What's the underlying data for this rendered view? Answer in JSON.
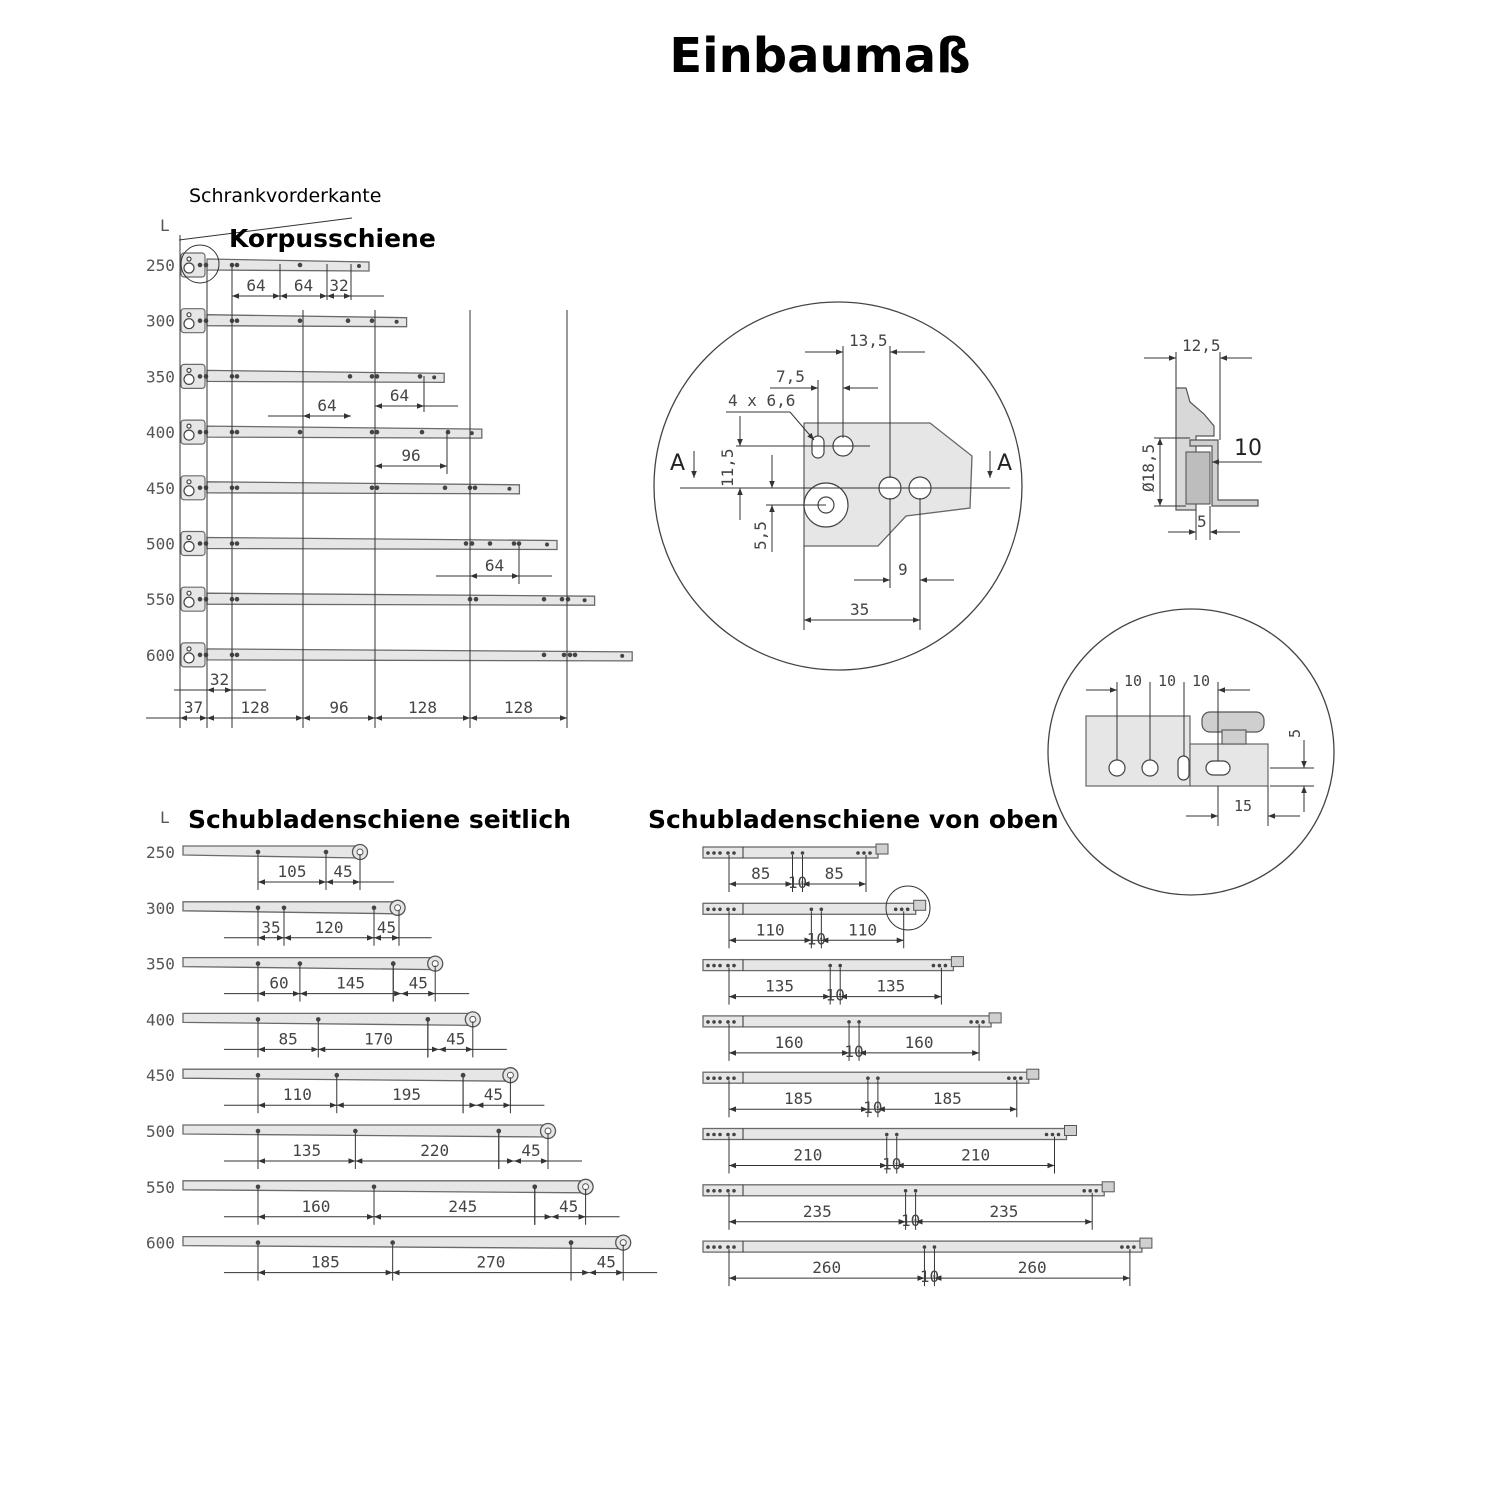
{
  "title": "Einbaumaß",
  "front_edge_label": "Schrankvorderkante",
  "length_label": "L",
  "sections": {
    "korpus": {
      "title": "Korpusschiene"
    },
    "seitlich": {
      "title": "Schubladenschiene seitlich"
    },
    "oben": {
      "title": "Schubladenschiene von oben"
    }
  },
  "lengths": [
    "250",
    "300",
    "350",
    "400",
    "450",
    "500",
    "550",
    "600"
  ],
  "korpus_dims": {
    "row250": [
      "64",
      "64",
      "32"
    ],
    "row350": [
      "64",
      "64"
    ],
    "row400": [
      "96"
    ],
    "row500": [
      "64"
    ],
    "offset": "32",
    "bottom": [
      "37",
      "128",
      "96",
      "128",
      "128"
    ]
  },
  "seitlich_dims": [
    [
      "105",
      "45"
    ],
    [
      "35",
      "120",
      "45"
    ],
    [
      "60",
      "145",
      "45"
    ],
    [
      "85",
      "170",
      "45"
    ],
    [
      "110",
      "195",
      "45"
    ],
    [
      "135",
      "220",
      "45"
    ],
    [
      "160",
      "245",
      "45"
    ],
    [
      "185",
      "270",
      "45"
    ]
  ],
  "oben_dims": [
    [
      "85",
      "10",
      "85"
    ],
    [
      "110",
      "10",
      "110"
    ],
    [
      "135",
      "10",
      "135"
    ],
    [
      "160",
      "10",
      "160"
    ],
    [
      "185",
      "10",
      "185"
    ],
    [
      "210",
      "10",
      "210"
    ],
    [
      "235",
      "10",
      "235"
    ],
    [
      "260",
      "10",
      "260"
    ]
  ],
  "detail_front": {
    "dims": [
      "13,5",
      "7,5",
      "4 x 6,6",
      "11,5",
      "5,5",
      "9",
      "35"
    ],
    "section_mark": "A"
  },
  "detail_profile": {
    "dims": [
      "12,5",
      "Ø18,5",
      "10",
      "5"
    ]
  },
  "detail_end": {
    "dims": [
      "10",
      "10",
      "10",
      "5",
      "15"
    ]
  }
}
